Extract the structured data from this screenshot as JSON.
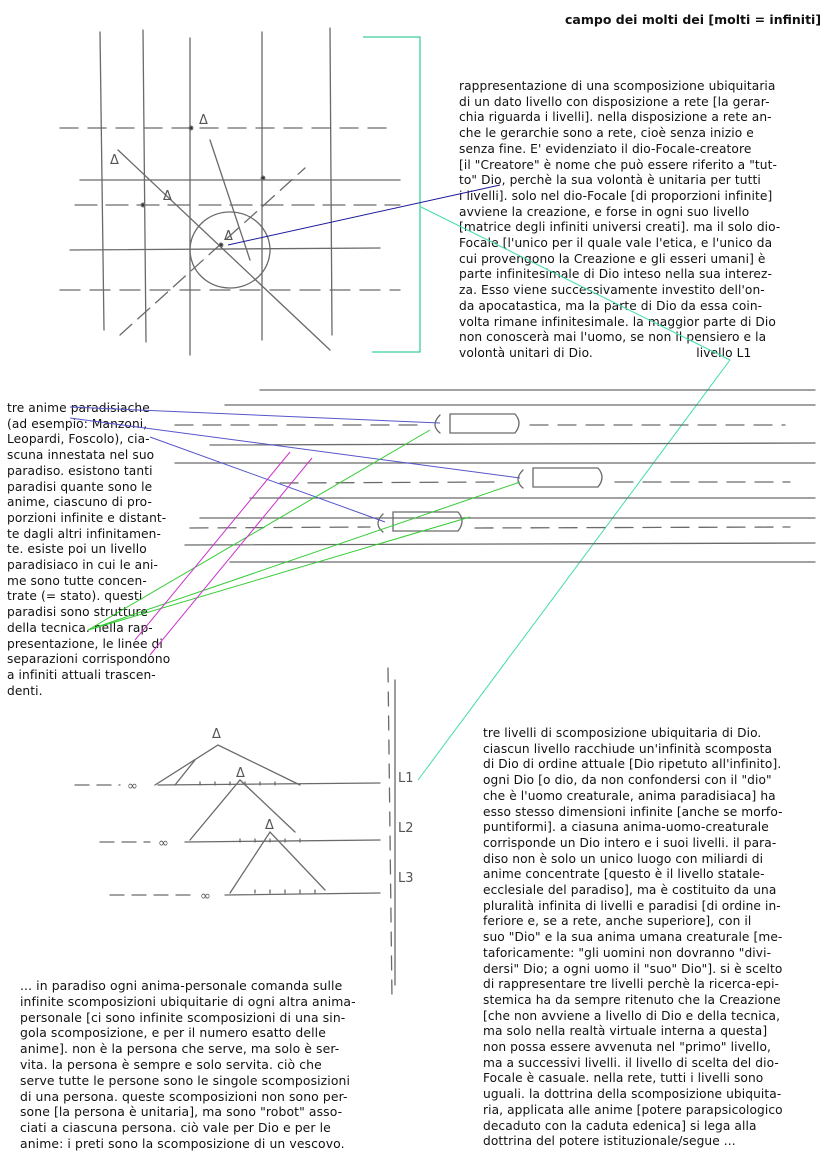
{
  "title": "campo dei molti dei [molti = infiniti]",
  "blocks": {
    "b1": "rappresentazione di una scomposizione ubiquitaria\ndi un dato livello con disposizione a rete [la gerar-\nchia riguarda i livelli]. nella disposizione a rete an-\nche le gerarchie sono a rete, cioè senza inizio e\nsenza fine. E' evidenziato il dio-Focale-creatore\n[il \"Creatore\" è nome che può essere riferito a \"tut-\nto\" Dio, perchè la sua volontà è unitaria per tutti\ni livelli]. solo nel dio-Focale [di proporzioni infinite]\navviene la creazione, e forse in ogni suo livello\n[matrice degli infiniti universi creati]. ma il solo dio-\nFocale [l'unico per il quale vale l'etica, e l'unico da\ncui provengono la Creazione e gli esseri umani] è\nparte infinitesimale di Dio inteso nella sua interez-\nza. Esso viene successivamente investito dell'on-\nda apocatastica, ma la parte di Dio da essa coin-\nvolta rimane infinitesimale. la maggior parte di Dio\nnon conoscerà mai l'uomo, se non il pensiero e la\nvolontà unitari di Dio.                          livello L1",
    "b2": "tre anime paradisiache\n(ad esempio: Manzoni,\nLeopardi, Foscolo), cia-\nscuna innestata nel suo\nparadiso. esistono tanti\nparadisi quante sono le\nanime, ciascuno di pro-\nporzioni infinite e distant-\nte dagli altri infinitamen-\nte. esiste poi un livello\nparadisiaco in cui le ani-\nme sono tutte concen-\ntrate (= stato). questi\nparadisi sono strutture\ndella tecnica. nella rap-\npresentazione, le linee di\nseparazioni corrispondono\na infiniti attuali trascen-\ndenti.",
    "b3": "tre livelli di scomposizione ubiquitaria di Dio.\nciascun livello racchiude un'infinità scomposta\ndi Dio di ordine attuale [Dio ripetuto all'infinito].\nogni Dio [o dio, da non confondersi con il \"dio\"\nche è l'uomo creaturale, anima paradisiaca] ha\nesso stesso dimensioni infinite [anche se morfo-\npuntiformi]. a ciasuna anima-uomo-creaturale\ncorrisponde un Dio intero e i suoi livelli. il para-\ndiso non è solo un unico luogo con miliardi di\nanime concentrate [questo è il livello statale-\necclesiale del paradiso], ma è costituito da una\npluralità infinita di livelli e paradisi [di ordine in-\nferiore e, se a rete, anche superiore], con il\nsuo \"Dio\" e la sua anima umana creaturale [me-\ntaforicamente: \"gli uomini non dovranno \"divi-\ndersi\" Dio; a ogni uomo il \"suo\" Dio\"]. si è scelto\ndi rappresentare tre livelli perchè la ricerca-epi-\nstemica ha da sempre ritenuto che la Creazione\n[che non avviene a livello di Dio e della tecnica,\nma solo nella realtà virtuale interna a questa]\nnon possa essere avvenuta nel \"primo\" livello,\nma a successivi livelli. il livello di scelta del dio-\nFocale è casuale. nella rete, tutti i livelli sono\nuguali. la dottrina della scomposizione ubiquita-\nria, applicata alle anime [potere parapsicologico\ndecaduto con la caduta edenica] si lega alla\ndottrina del potere istituzionale/segue ...",
    "b4": "... in paradiso ogni anima-personale comanda sulle\ninfinite scomposizioni ubiquitarie di ogni altra anima-\npersonale [ci sono infinite scomposizioni di una sin-\ngola scomposizione, e per il numero esatto delle\nanime]. non è la persona che serve, ma solo è ser-\nvita. la persona è sempre e solo servita. ciò che\nserve tutte le persone sono le singole scomposizioni\ndi una persona. queste scomposizioni non sono per-\nsone [la persona è unitaria], ma sono \"robot\" asso-\nciati a ciascuna persona. ciò vale per Dio e per le\nanime: i preti sono la scomposizione di un vescovo."
  },
  "diagram_labels": {
    "delta": "Δ",
    "inf": "∞",
    "l1": "L1",
    "l2": "L2",
    "l3": "L3"
  },
  "colors": {
    "pencil": "#6a6a6a",
    "bracket": "#3fcf9a",
    "navy": "#1a1a9a",
    "green": "#33cc33",
    "magenta": "#cc33cc",
    "cyan": "#44ddaa",
    "blue": "#5555cc"
  }
}
